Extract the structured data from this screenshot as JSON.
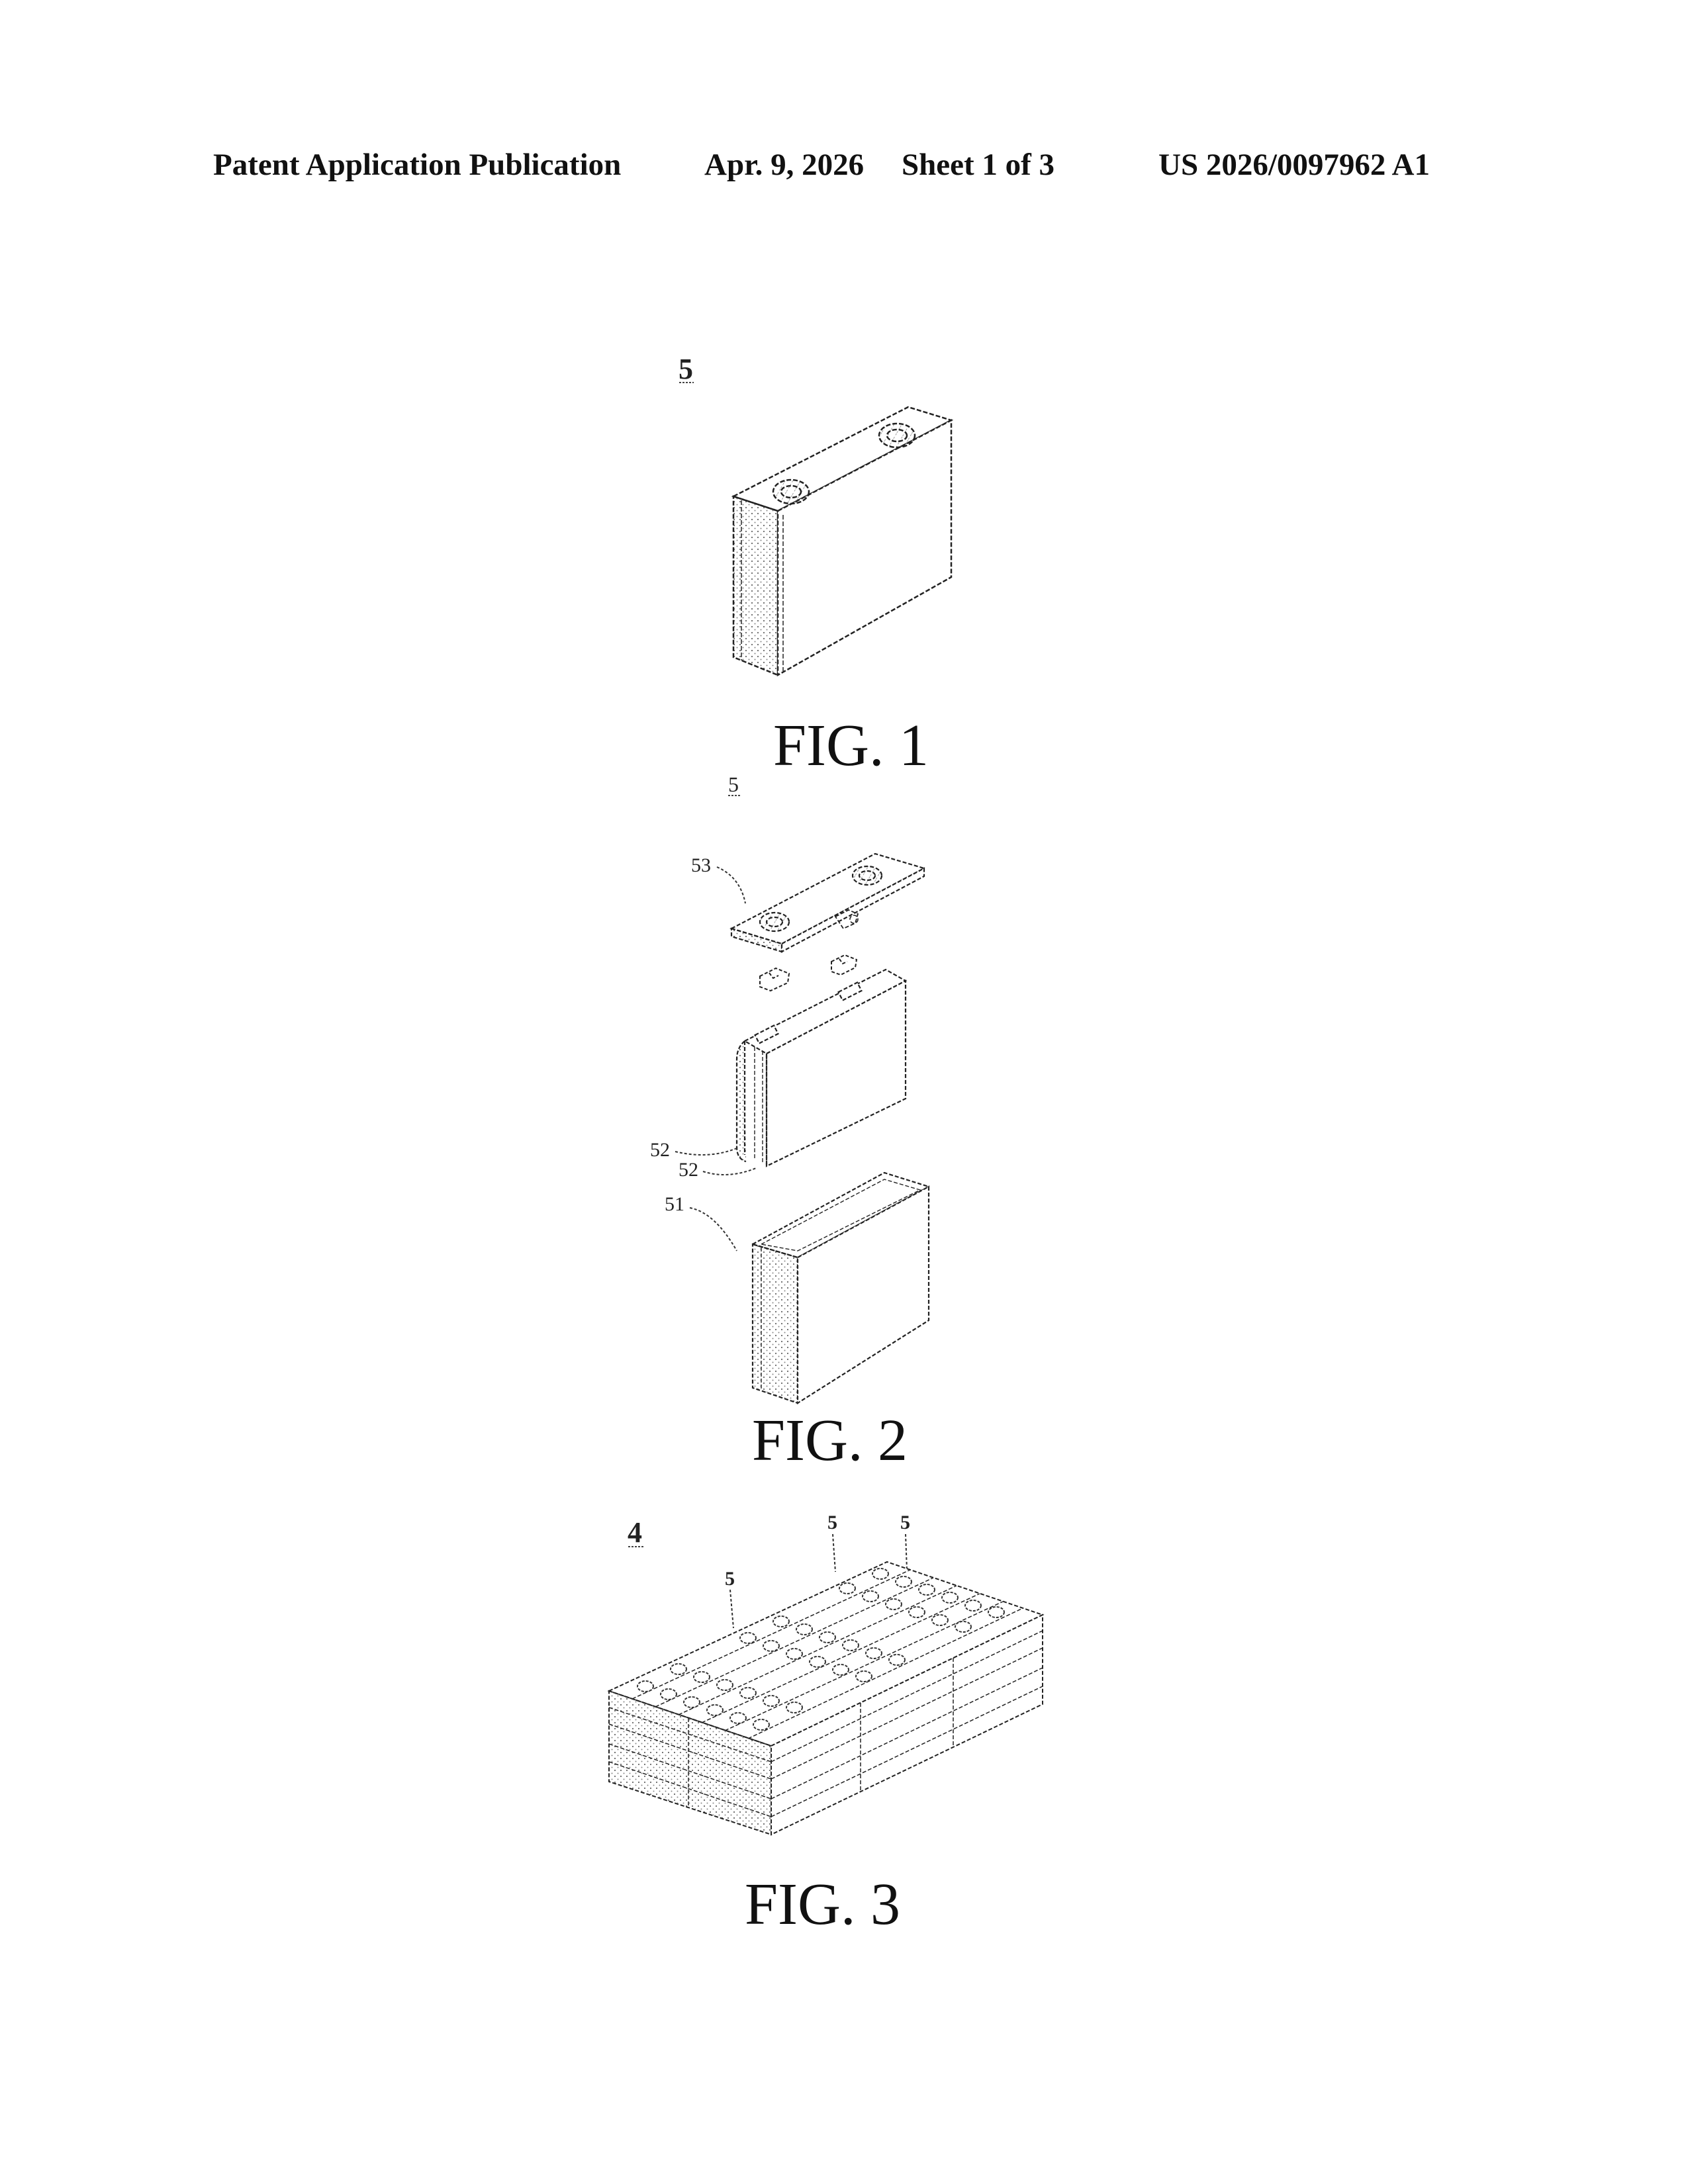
{
  "header": {
    "publication": "Patent Application Publication",
    "date": "Apr. 9, 2026",
    "sheet": "Sheet 1 of 3",
    "number": "US 2026/0097962 A1"
  },
  "figures": [
    {
      "caption": "FIG. 1",
      "labels": [
        "5"
      ]
    },
    {
      "caption": "FIG. 2",
      "labels": [
        "5",
        "53",
        "52",
        "52",
        "51"
      ]
    },
    {
      "caption": "FIG. 3",
      "labels": [
        "4",
        "5",
        "5",
        "5"
      ]
    }
  ]
}
